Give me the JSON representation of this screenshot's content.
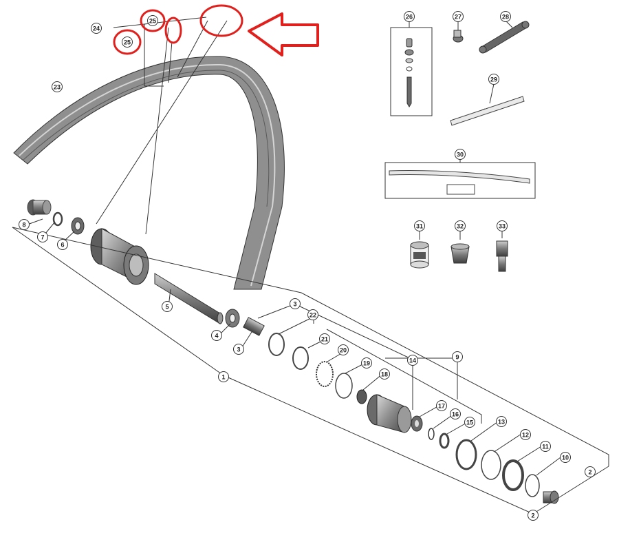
{
  "diagram": {
    "callouts": {
      "c1": "1",
      "c2a": "2",
      "c2b": "2",
      "c3a": "3",
      "c3b": "3",
      "c4": "4",
      "c5": "5",
      "c6": "6",
      "c7": "7",
      "c8": "8",
      "c9": "9",
      "c10": "10",
      "c11": "11",
      "c12": "12",
      "c13": "13",
      "c14": "14",
      "c15": "15",
      "c16": "16",
      "c17": "17",
      "c18": "18",
      "c19": "19",
      "c20": "20",
      "c21": "21",
      "c22": "22",
      "c23": "23",
      "c24": "24",
      "c25a": "25",
      "c25b": "25",
      "c26": "26",
      "c27": "27",
      "c28": "28",
      "c29": "29",
      "c30": "30",
      "c31": "31",
      "c32": "32",
      "c33": "33"
    },
    "highlight_color": "#e0201c",
    "part_color": "#8a8a8a"
  }
}
